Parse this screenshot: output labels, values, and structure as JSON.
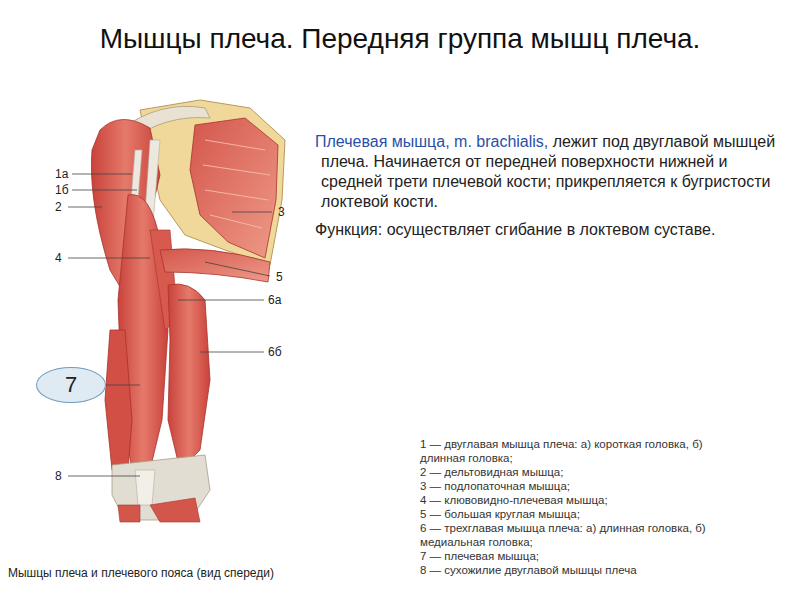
{
  "diagram": {
    "title": "Мышцы плеча. Передняя группа мышц плеча.",
    "caption": "Мышцы плеча и плечевого пояса (вид спереди)",
    "nodes": [
      {
        "text": [
          "7"
        ]
      }
    ],
    "labels": [
      "1а",
      "1б",
      "2",
      "3",
      "4",
      "5",
      "6а",
      "6б",
      "8",
      "Плечевая мышца, m. brachialis,",
      "лежит под двуглавой мышцей плеча. Начинается от передней поверхности нижней и средней трети плечевой кости; прикрепляется к бугристости локтевой кости.",
      "Функция: осуществляет сгибание в локтевом суставе.",
      "1 — двуглавая мышца плеча: а) короткая головка, б) длинная головка;",
      "2 — дельтовидная мышца;",
      "3 — подлопаточная мышца;",
      "4 — клювовидно-плечевая мышца;",
      "5 — большая круглая мышца;",
      "6 — трехглавая мышца плеча: а) длинная головка, б) медиальная головка;",
      "7 — плечевая мышца;",
      "8 — сухожилие двуглавой мышцы плеча"
    ]
  }
}
